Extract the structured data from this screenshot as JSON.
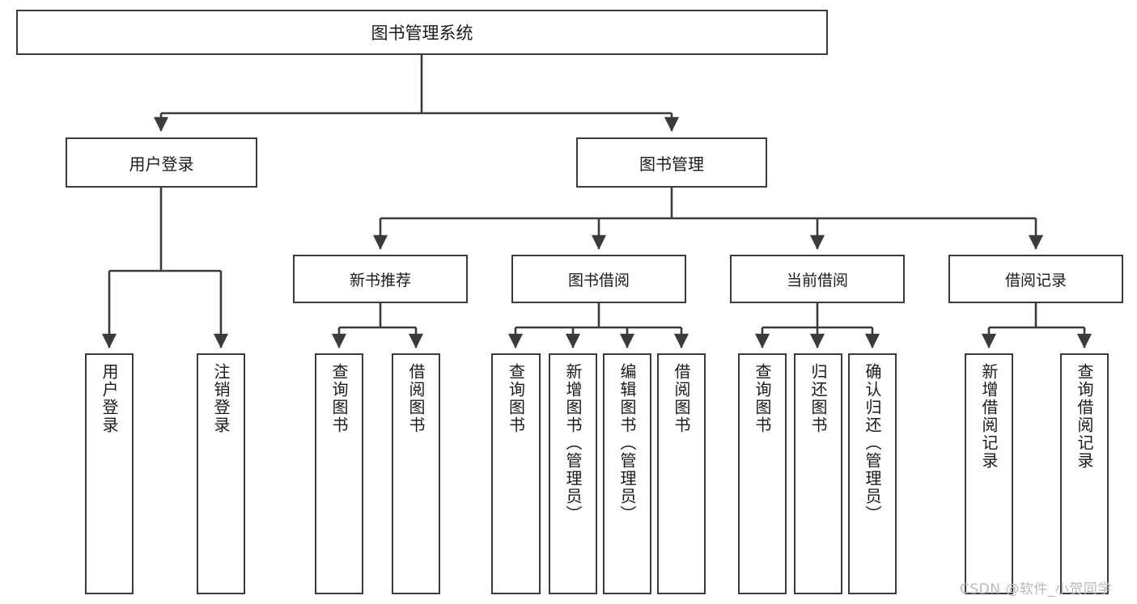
{
  "diagram": {
    "title": "图书管理系统",
    "type": "功能结构图",
    "watermark": "CSDN @软件_小贺同学",
    "colors": {
      "stroke": "#3b3b3b",
      "text": "#1a1a1a",
      "background": "#ffffff",
      "watermark": "#b9b9b9"
    }
  },
  "nodes": {
    "root": {
      "label": "图书管理系统"
    },
    "level1": [
      {
        "id": "user-login",
        "label": "用户登录"
      },
      {
        "id": "book-management",
        "label": "图书管理"
      }
    ],
    "level2": [
      {
        "id": "new-book-recommend",
        "label": "新书推荐"
      },
      {
        "id": "book-borrow",
        "label": "图书借阅"
      },
      {
        "id": "current-borrow",
        "label": "当前借阅"
      },
      {
        "id": "borrow-record",
        "label": "借阅记录"
      }
    ],
    "leaves": {
      "user-login": [
        {
          "id": "leaf-user-login",
          "label": "用户登录"
        },
        {
          "id": "leaf-logout-login",
          "label": "注销登录"
        }
      ],
      "new-book-recommend": [
        {
          "id": "leaf-query-book-1",
          "label": "查询图书"
        },
        {
          "id": "leaf-borrow-book-1",
          "label": "借阅图书"
        }
      ],
      "book-borrow": [
        {
          "id": "leaf-query-book-2",
          "label": "查询图书"
        },
        {
          "id": "leaf-add-book",
          "label": "新增图书（管理员）"
        },
        {
          "id": "leaf-edit-book",
          "label": "编辑图书（管理员）"
        },
        {
          "id": "leaf-borrow-book-2",
          "label": "借阅图书"
        }
      ],
      "current-borrow": [
        {
          "id": "leaf-query-book-3",
          "label": "查询图书"
        },
        {
          "id": "leaf-return-book",
          "label": "归还图书"
        },
        {
          "id": "leaf-confirm-return",
          "label": "确认归还（管理员）"
        }
      ],
      "borrow-record": [
        {
          "id": "leaf-add-record",
          "label": "新增借阅记录"
        },
        {
          "id": "leaf-query-record",
          "label": "查询借阅记录"
        }
      ]
    }
  }
}
